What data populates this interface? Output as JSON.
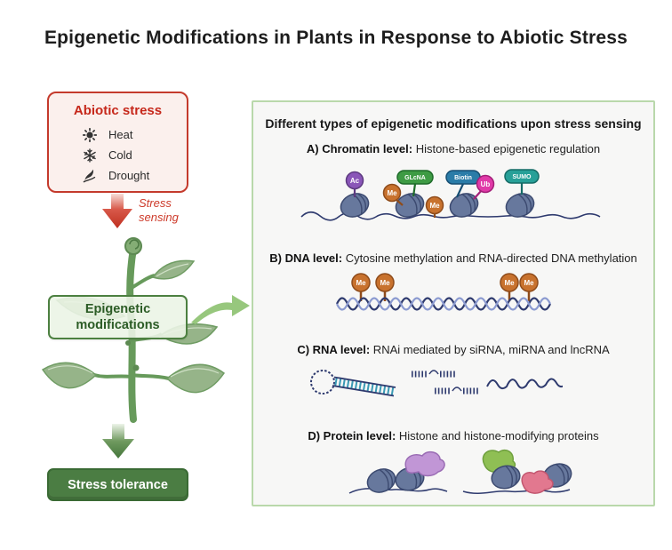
{
  "page": {
    "title": "Epigenetic Modifications in Plants in Response to Abiotic Stress"
  },
  "colors": {
    "stress_red": "#c43a2c",
    "stress_red_bg": "#fbf0ed",
    "sensing_red": "#cd3a2a",
    "epigenetic_green_border": "#4c8040",
    "epigenetic_green_bg": "#ebf4e5",
    "tolerance_green": "#4b7d43",
    "panel_bg": "#f7f7f6",
    "panel_border": "#b9d8ab",
    "curve_arrow_green": "#97c77d",
    "nucleosome_blue": "#67789d",
    "dna_navy": "#2e3a6e",
    "dna_light_blue": "#8b9ad0",
    "rna_teal": "#3a9ab5",
    "protein_purple": "#c196d6",
    "protein_green": "#8fbf54",
    "protein_pink": "#e2788f"
  },
  "left_flow": {
    "abiotic_box": {
      "title": "Abiotic stress",
      "items": [
        {
          "icon": "sun-icon",
          "label": "Heat"
        },
        {
          "icon": "snowflake-icon",
          "label": "Cold"
        },
        {
          "icon": "wilted-leaf-icon",
          "label": "Drought"
        }
      ]
    },
    "stress_sensing_label": "Stress sensing",
    "epigenetic_box_label": "Epigenetic modifications",
    "stress_tolerance_label": "Stress tolerance"
  },
  "panel": {
    "title": "Different types of epigenetic modifications upon stress sensing",
    "sections": {
      "a": {
        "heading_bold": "A) Chromatin level:",
        "heading_rest": " Histone-based epigenetic regulation",
        "marks": [
          {
            "label": "Ac",
            "color": "#8a56b8"
          },
          {
            "label": "Me",
            "color": "#c8722e"
          },
          {
            "label": "GLcNA",
            "color": "#3e9b44"
          },
          {
            "label": "Me",
            "color": "#c8722e"
          },
          {
            "label": "Biotin",
            "color": "#2a7ca8"
          },
          {
            "label": "Ub",
            "color": "#e03aa8"
          },
          {
            "label": "SUMO",
            "color": "#27a098"
          }
        ]
      },
      "b": {
        "heading_bold": "B) DNA level:",
        "heading_rest": " Cytosine methylation and RNA-directed DNA methylation",
        "marks": [
          {
            "label": "Me",
            "color": "#c8722e"
          },
          {
            "label": "Me",
            "color": "#c8722e"
          },
          {
            "label": "Me",
            "color": "#c8722e"
          },
          {
            "label": "Me",
            "color": "#c8722e"
          }
        ]
      },
      "c": {
        "heading_bold": "C) RNA level:",
        "heading_rest": " RNAi mediated by siRNA, miRNA and lncRNA"
      },
      "d": {
        "heading_bold": "D) Protein level:",
        "heading_rest": " Histone and histone-modifying proteins"
      }
    }
  }
}
